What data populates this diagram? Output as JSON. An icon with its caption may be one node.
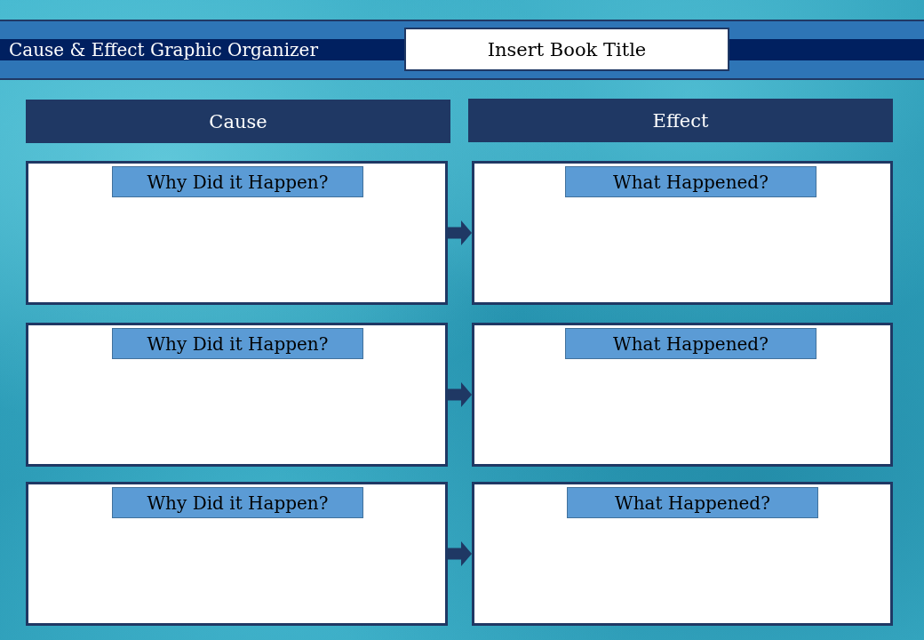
{
  "diagram": {
    "title": "Cause & Effect Graphic Organizer",
    "nodes": [
      {
        "text": [
          "Insert Book Title"
        ]
      },
      {
        "text": [
          "Cause"
        ]
      },
      {
        "text": [
          "Effect"
        ]
      },
      {
        "text": [],
        "shape": "box"
      },
      {
        "text": [
          "Why Did it Happen?"
        ],
        "in": 3
      },
      {
        "text": [],
        "shape": "box"
      },
      {
        "text": [
          "What Happened?"
        ],
        "in": 5
      },
      {
        "text": [],
        "shape": "box"
      },
      {
        "text": [
          "Why Did it Happen?"
        ],
        "in": 7
      },
      {
        "text": [],
        "shape": "box"
      },
      {
        "text": [
          "What Happened?"
        ],
        "in": 9
      },
      {
        "text": [],
        "shape": "box"
      },
      {
        "text": [
          "Why Did it Happen?"
        ],
        "in": 11
      },
      {
        "text": [],
        "shape": "box"
      },
      {
        "text": [
          "What Happened?"
        ],
        "in": 13
      }
    ],
    "edges": [
      {
        "from": 3,
        "to": 5,
        "arrow": "to"
      },
      {
        "from": 7,
        "to": 9,
        "arrow": "to"
      },
      {
        "from": 11,
        "to": 13,
        "arrow": "to"
      }
    ]
  }
}
